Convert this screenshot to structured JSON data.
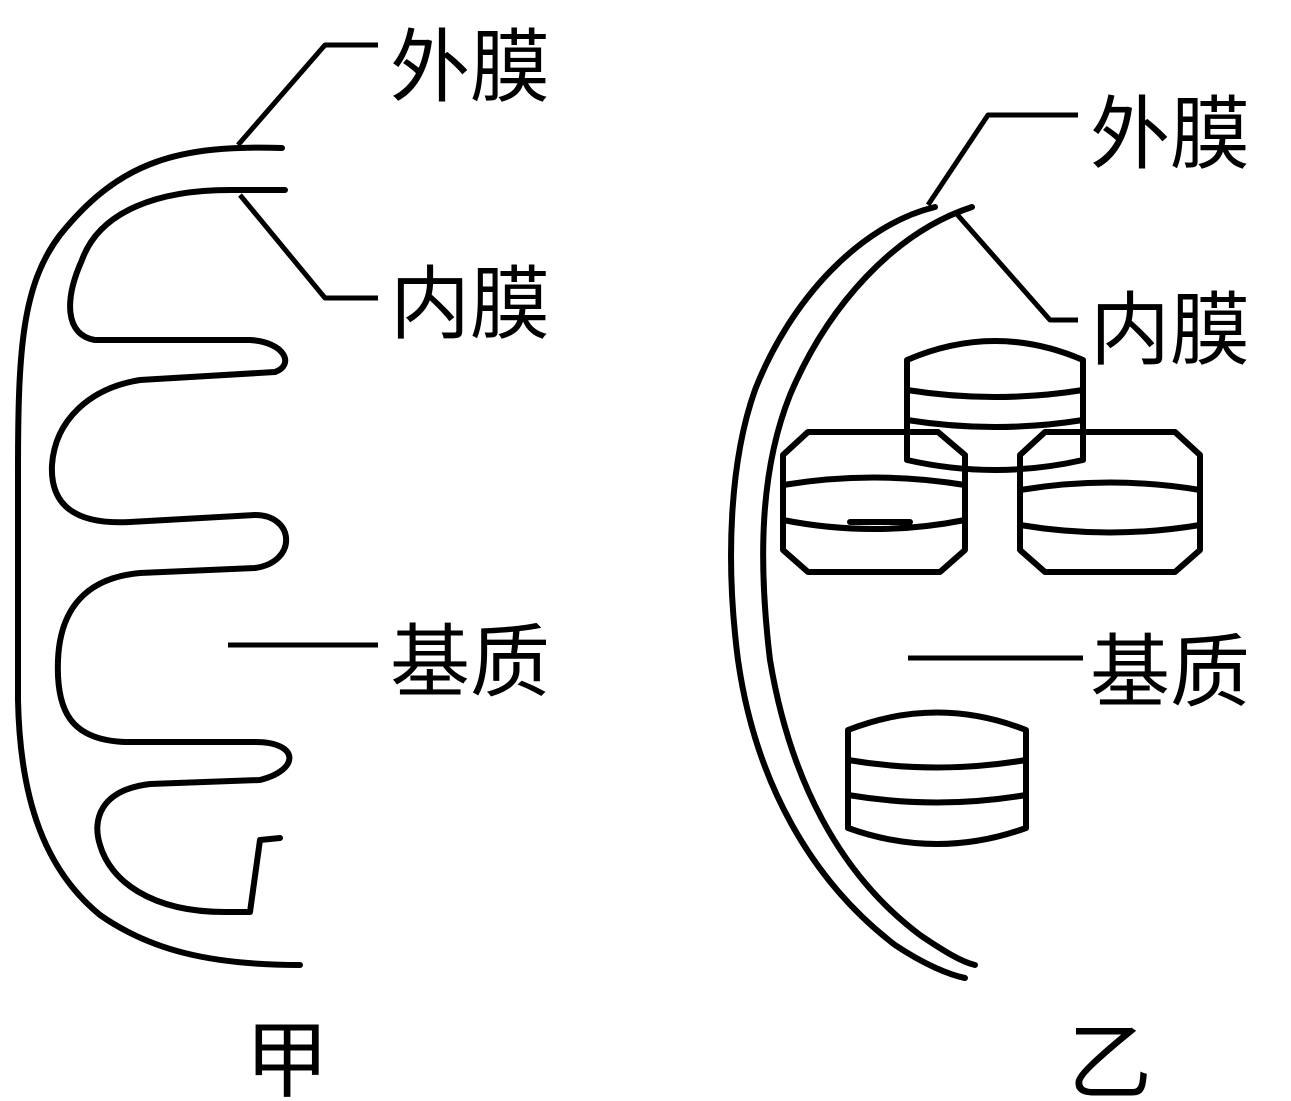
{
  "panels": [
    {
      "caption": "甲",
      "labels": {
        "outer": "外膜",
        "inner": "内膜",
        "matrix": "基质"
      }
    },
    {
      "caption": "乙",
      "labels": {
        "outer": "外膜",
        "inner": "内膜",
        "matrix": "基质"
      }
    }
  ]
}
